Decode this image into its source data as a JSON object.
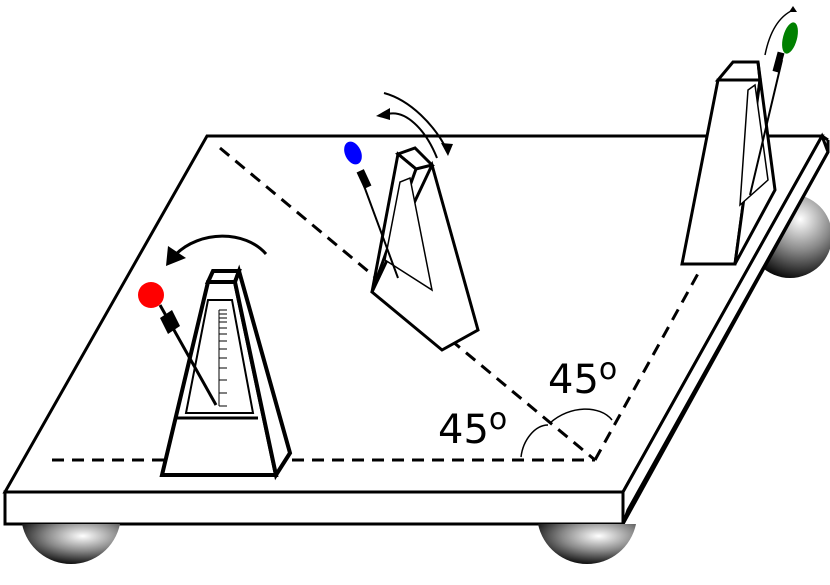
{
  "diagram": {
    "description": "Three metronomes on a movable platform resting on four spherical rollers",
    "angles": [
      {
        "id": "angle-left",
        "value": "45",
        "unit": "o"
      },
      {
        "id": "angle-right",
        "value": "45",
        "unit": "o"
      }
    ],
    "metronomes": [
      {
        "id": "front",
        "bob_color": "#ff0000",
        "swing_direction": "left"
      },
      {
        "id": "middle",
        "bob_color": "#0000ff",
        "swing_direction": "both"
      },
      {
        "id": "back",
        "bob_color": "#008000",
        "swing_direction": "right"
      }
    ],
    "colors": {
      "stroke": "#000000",
      "platform_fill": "#ffffff",
      "roller_light": "#ffffff",
      "roller_dark": "#000000"
    }
  }
}
